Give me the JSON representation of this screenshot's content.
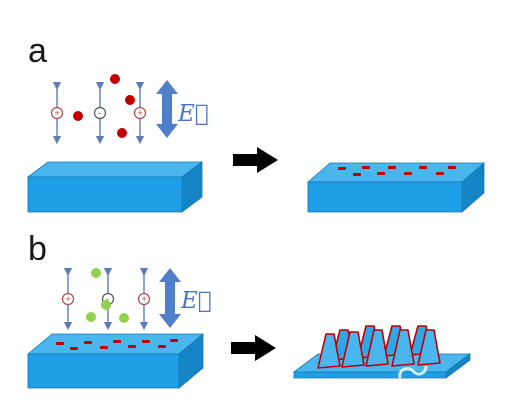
{
  "panels": [
    {
      "label": "a",
      "field_label": "E⃗"
    },
    {
      "label": "b",
      "field_label": "E⃗"
    }
  ],
  "colors": {
    "substrate_top": "#49b6ee",
    "substrate_front": "#1e9fe6",
    "substrate_side": "#1685c5",
    "red_particle": "#c00000",
    "green_particle": "#92d050",
    "field_arrow": "#4f7fc8",
    "process_arrow": "#000000"
  },
  "icons": [
    "double-arrow-icon",
    "right-arrow-icon"
  ]
}
